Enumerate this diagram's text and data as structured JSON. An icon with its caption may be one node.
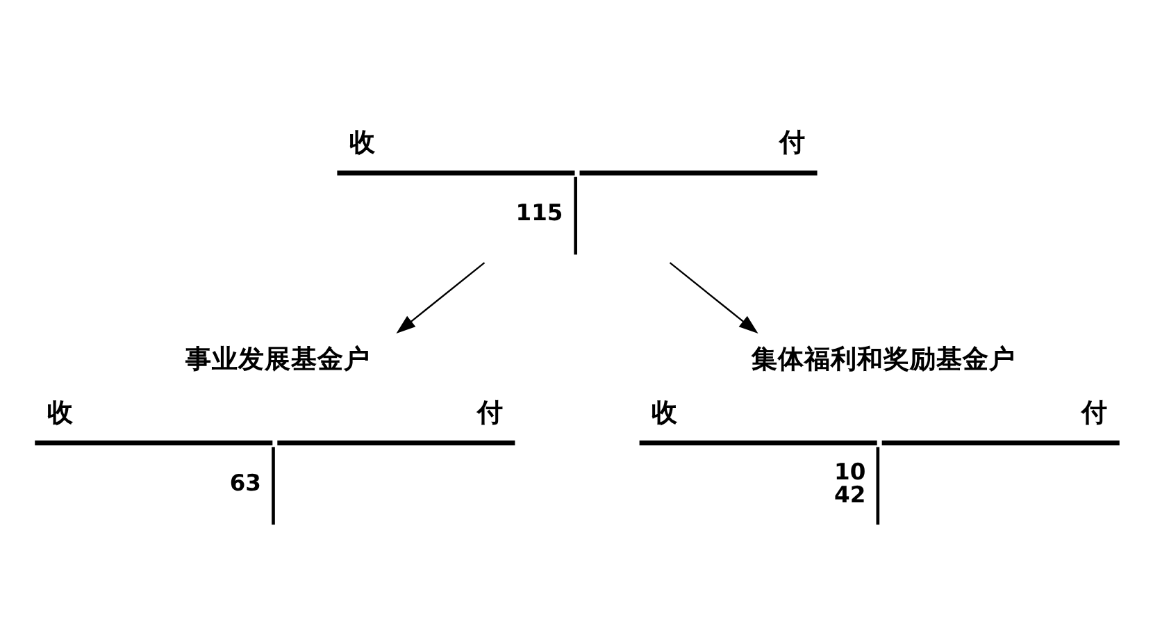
{
  "diagram": {
    "nodes": [
      {
        "text": [
          "收",
          "付",
          "115"
        ]
      },
      {
        "text": [
          "事业发展基金户",
          "收",
          "付",
          "63"
        ]
      },
      {
        "text": [
          "集体福利和奖励基金户",
          "收",
          "付",
          "10",
          "42"
        ]
      }
    ],
    "edges": [
      {
        "from": 0,
        "to": 1,
        "arrow": "to"
      },
      {
        "from": 0,
        "to": 2,
        "arrow": "to"
      }
    ]
  }
}
